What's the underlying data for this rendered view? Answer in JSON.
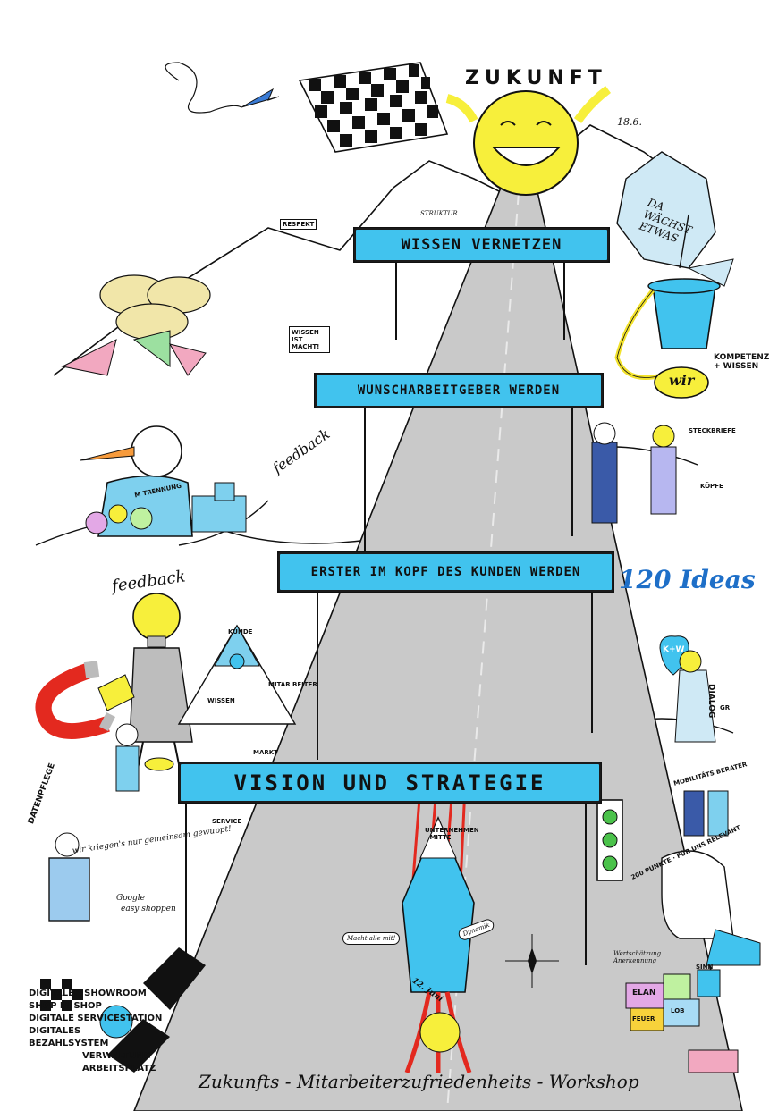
{
  "signs": {
    "wissen_vernetzen": "WISSEN VERNETZEN",
    "wunscharbeitgeber": "WUNSCHARBEITGEBER WERDEN",
    "erster_im_kopf": "ERSTER IM KOPF DES KUNDEN WERDEN",
    "vision_strategie": "VISION UND STRATEGIE"
  },
  "top": {
    "zukunft": "ZUKUNFT",
    "date": "18.6.",
    "respekt": "RESPEKT",
    "struktur": "STRUKTUR",
    "da_waechst_etwas": "DA WÄCHST ETWAS",
    "wir": "wir",
    "kompetenz_wissen": "KOMPETENZ + WISSEN",
    "wissen_ist_macht": "WISSEN IST MACHT!"
  },
  "left": {
    "trennung": "M TRENNUNG",
    "feedback_top": "feedback",
    "feedback_mid": "feedback",
    "kunde": "KUNDE",
    "mitarbeiter": "MITAR BEITER",
    "wissen": "WISSEN",
    "markt": "MARKT",
    "datenpflege": "DATENPFLEGE",
    "wir_kriegen": "wir kriegen's nur gemeinsam gewuppt!",
    "google": "Google",
    "easy_shoppen": "easy shoppen",
    "service": "SERVICE"
  },
  "right": {
    "steckbriefe": "STECKBRIEFE",
    "koepfe": "KÖPFE",
    "ideas": "120 Ideas",
    "kw": "K+W",
    "dialog": "DIALOG",
    "gr": "GR",
    "mobilitaets": "MOBILITÄTS BERATER",
    "punkte": "200 PUNKTE · FÜR UNS RELEVANT",
    "wertschaetzung": "Wertschätzung Anerkennung",
    "elan": "ELAN",
    "sinn": "SINN",
    "lob": "LOB",
    "feuer": "FEUER"
  },
  "road": {
    "unternehmen_mitte": "UNTERNEHMEN MITTE",
    "macht_alle_mit": "Macht alle mit!",
    "dynamik": "Dynamik",
    "date_12_juni": "12. Juni"
  },
  "bottom_left": {
    "items": [
      "DIGITALER SHOWROOM",
      "SHOP IN SHOP",
      "DIGITALE SERVICESTATION",
      "DIGITALES BEZAHLSYSTEM",
      "VERWALTUNG",
      "ARBEITSPLATZ"
    ]
  },
  "footer": {
    "title": "Zukunfts - Mitarbeiterzufriedenheits - Workshop"
  },
  "colors": {
    "sign_blue": "#41c3ee",
    "road_grey": "#c9c9c9",
    "sun_yellow": "#f7ef3b",
    "tape_red": "#e3291f"
  }
}
